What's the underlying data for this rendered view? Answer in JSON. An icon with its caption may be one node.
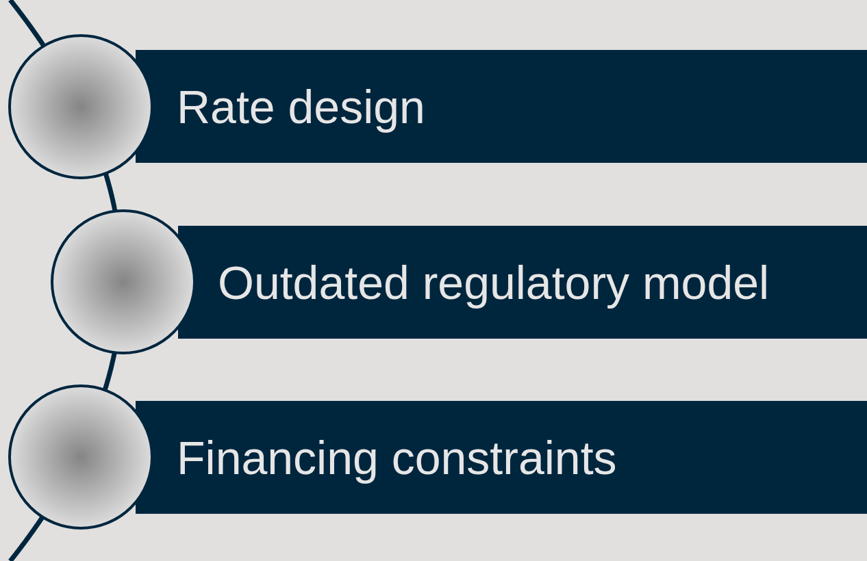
{
  "diagram": {
    "nodes": [
      {
        "text": [],
        "shape": "circle"
      },
      {
        "text": [
          "Rate design"
        ]
      },
      {
        "text": [],
        "shape": "circle"
      },
      {
        "text": [
          "Outdated regulatory model"
        ]
      },
      {
        "text": [],
        "shape": "circle"
      },
      {
        "text": [
          "Financing constraints"
        ]
      }
    ],
    "edges": [
      {
        "from": null,
        "to": 0,
        "arrow": "none"
      },
      {
        "from": 0,
        "to": 2,
        "arrow": "none"
      },
      {
        "from": 2,
        "to": 4,
        "arrow": "none"
      },
      {
        "from": 4,
        "to": null,
        "arrow": "none"
      }
    ]
  }
}
